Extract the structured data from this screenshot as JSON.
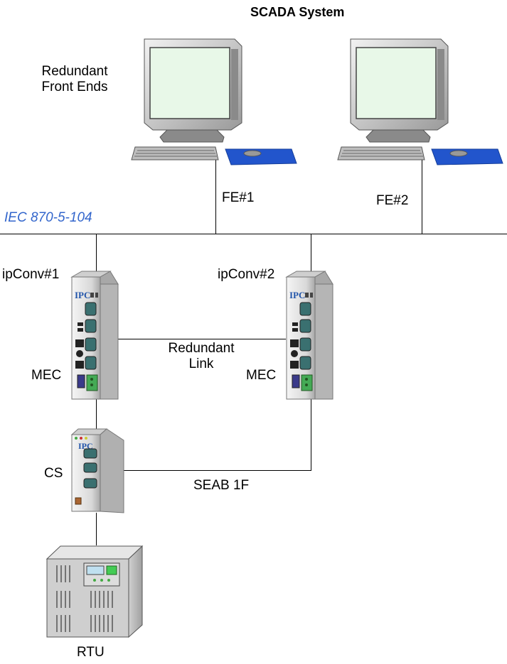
{
  "diagram": {
    "title": "SCADA System",
    "front_ends_label_line1": "Redundant",
    "front_ends_label_line2": "Front Ends",
    "fe1_label": "FE#1",
    "fe2_label": "FE#2",
    "protocol_label": "IEC 870-5-104",
    "ipconv1_label": "ipConv#1",
    "ipconv2_label": "ipConv#2",
    "mec1_label": "MEC",
    "mec2_label": "MEC",
    "link_label_line1": "Redundant",
    "link_label_line2": "Link",
    "cs_label": "CS",
    "seab_label": "SEAB 1F",
    "rtu_label": "RTU",
    "device_logo": "IPC",
    "colors": {
      "protocol_text": "#3366cc",
      "screen": "#e8f8e8",
      "keyboard_pad": "#2255cc",
      "terminal_block": "#44aa55"
    }
  }
}
